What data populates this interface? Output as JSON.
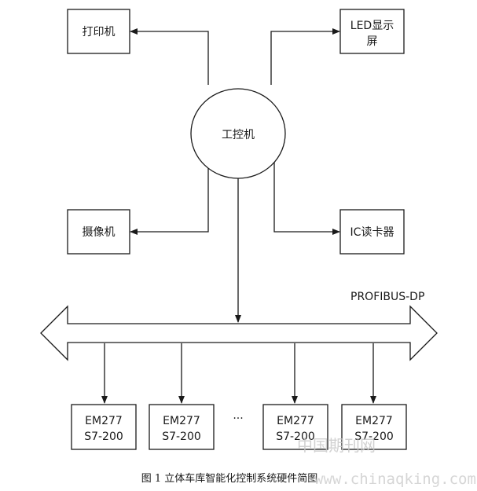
{
  "nodes": {
    "printer": "打印机",
    "led_line1": "LED显示",
    "led_line2": "屏",
    "computer": "工控机",
    "camera": "摄像机",
    "ic_reader": "IC读卡器"
  },
  "bus": {
    "label": "PROFIBUS-DP"
  },
  "modules": [
    {
      "line1": "EM277",
      "line2": "S7-200"
    },
    {
      "line1": "EM277",
      "line2": "S7-200"
    },
    {
      "line1": "EM277",
      "line2": "S7-200"
    },
    {
      "line1": "EM277",
      "line2": "S7-200"
    }
  ],
  "ellipsis": "···",
  "caption": "图 1 立体车库智能化控制系统硬件简图",
  "watermark": {
    "site_cn": "中国期刊网",
    "url": "www.chinaqking.com"
  }
}
